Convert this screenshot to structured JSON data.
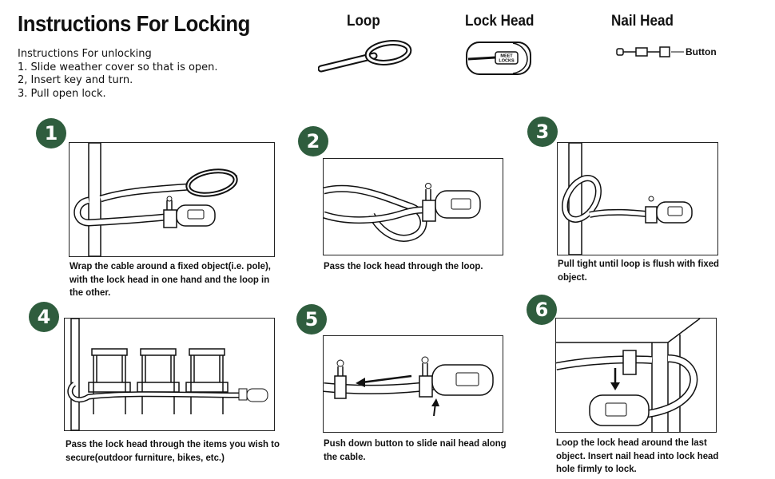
{
  "title": "Instructions For Locking",
  "unlocking": {
    "heading": "Instructions For unlocking",
    "steps": [
      "1. Slide weather cover so that is open.",
      "2, Insert key and turn.",
      "3. Pull open lock."
    ]
  },
  "parts": {
    "loop": "Loop",
    "lock_head": "Lock Head",
    "nail_head": "Nail Head",
    "button": "Button",
    "brand": [
      "MEET",
      "LOCKS"
    ]
  },
  "steps": [
    {
      "number": "1",
      "lines": [
        "Wrap the cable around a fixed object(i.e. pole),",
        "with the lock head in one hand and the loop in",
        "the other."
      ]
    },
    {
      "number": "2",
      "lines": [
        "Pass the lock head through the loop."
      ]
    },
    {
      "number": "3",
      "lines": [
        "Pull tight until loop is flush with fixed",
        "object."
      ]
    },
    {
      "number": "4",
      "lines": [
        "Pass the lock head through the items you wish to",
        "secure(outdoor furniture, bikes, etc.)"
      ]
    },
    {
      "number": "5",
      "lines": [
        "Push down button to slide nail head along",
        "the cable."
      ]
    },
    {
      "number": "6",
      "lines": [
        "Loop the lock head around the last",
        "object. Insert nail head into lock head",
        "hole firmly to lock."
      ]
    }
  ],
  "colors": {
    "badge": "#2f5d3e",
    "ink": "#111111"
  }
}
